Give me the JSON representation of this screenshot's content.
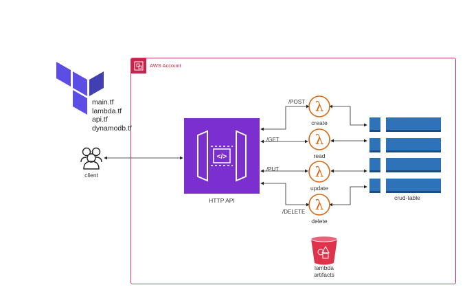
{
  "terraform": {
    "files": [
      "main.tf",
      "lambda.tf",
      "api.tf",
      "dynamodb.tf"
    ]
  },
  "account": {
    "label": "AWS Account"
  },
  "client": {
    "label": "client"
  },
  "api": {
    "label": "HTTP API"
  },
  "routes": {
    "post": "/POST",
    "get": "/GET",
    "put": "/PUT",
    "delete": "/DELETE"
  },
  "lambdas": {
    "create": "create",
    "read": "read",
    "update": "update",
    "delete": "delete"
  },
  "table": {
    "label": "crud-table"
  },
  "bucket": {
    "line1": "lambda",
    "line2": "artifacts"
  },
  "colors": {
    "terraform": "#5c4ee5",
    "api": "#7b2fcf",
    "lambda_orange": "#d86613",
    "dynamo_blue": "#2e73b8",
    "s3_red": "#dd344c",
    "account_border": "#d13b5e"
  }
}
